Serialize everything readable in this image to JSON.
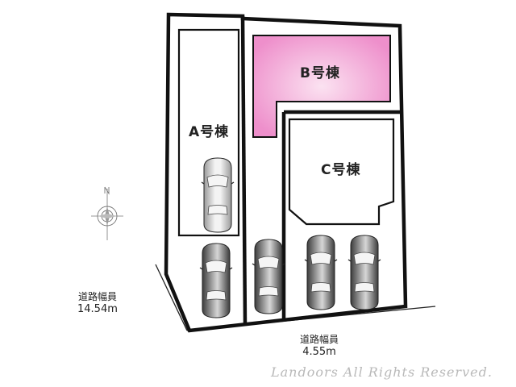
{
  "buildings": {
    "a": {
      "label": "A号棟"
    },
    "b": {
      "label": "B号棟",
      "color": "#f2a6d6"
    },
    "c": {
      "label": "C号棟"
    }
  },
  "roads": {
    "left": {
      "label": "道路幅員",
      "width": "14.54m"
    },
    "bottom": {
      "label": "道路幅員",
      "width": "4.55m"
    }
  },
  "copyright": "Landoors All Rights Reserved.",
  "icons": [
    "compass-icon",
    "car-icon"
  ]
}
